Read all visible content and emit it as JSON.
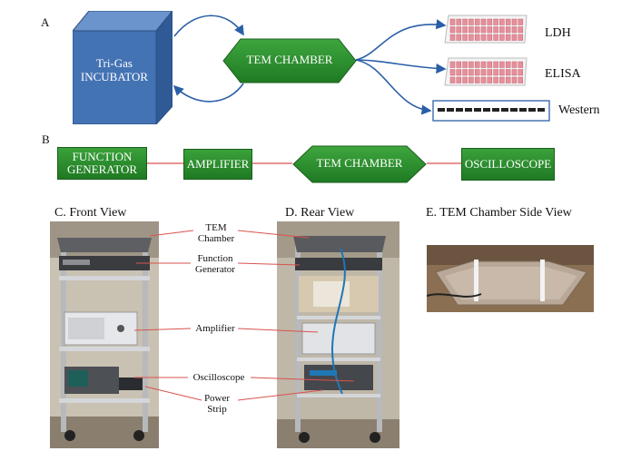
{
  "panel_a": {
    "letter": "A",
    "incubator_line1": "Tri-Gas",
    "incubator_line2": "INCUBATOR",
    "chamber": "TEM CHAMBER",
    "outputs": [
      "LDH",
      "ELISA",
      "Western"
    ]
  },
  "panel_b": {
    "letter": "B",
    "fg_line1": "FUNCTION",
    "fg_line2": "GENERATOR",
    "amplifier": "AMPLIFIER",
    "chamber": "TEM CHAMBER",
    "oscilloscope": "OSCILLOSCOPE"
  },
  "panel_c": {
    "title": "C. Front View"
  },
  "panel_d": {
    "title": "D. Rear View"
  },
  "panel_e": {
    "title": "E. TEM Chamber Side View"
  },
  "callouts": {
    "tem_line1": "TEM",
    "tem_line2": "Chamber",
    "fg_line1": "Function",
    "fg_line2": "Generator",
    "amplifier": "Amplifier",
    "oscilloscope": "Oscilloscope",
    "ps_line1": "Power",
    "ps_line2": "Strip"
  },
  "colors": {
    "green_box": "#2a8a2e",
    "blue_cube": "#3f6fb0",
    "connector_red": "#d9534f",
    "arrow_blue": "#2a5fa8",
    "plate_pink": "#e8909a"
  }
}
